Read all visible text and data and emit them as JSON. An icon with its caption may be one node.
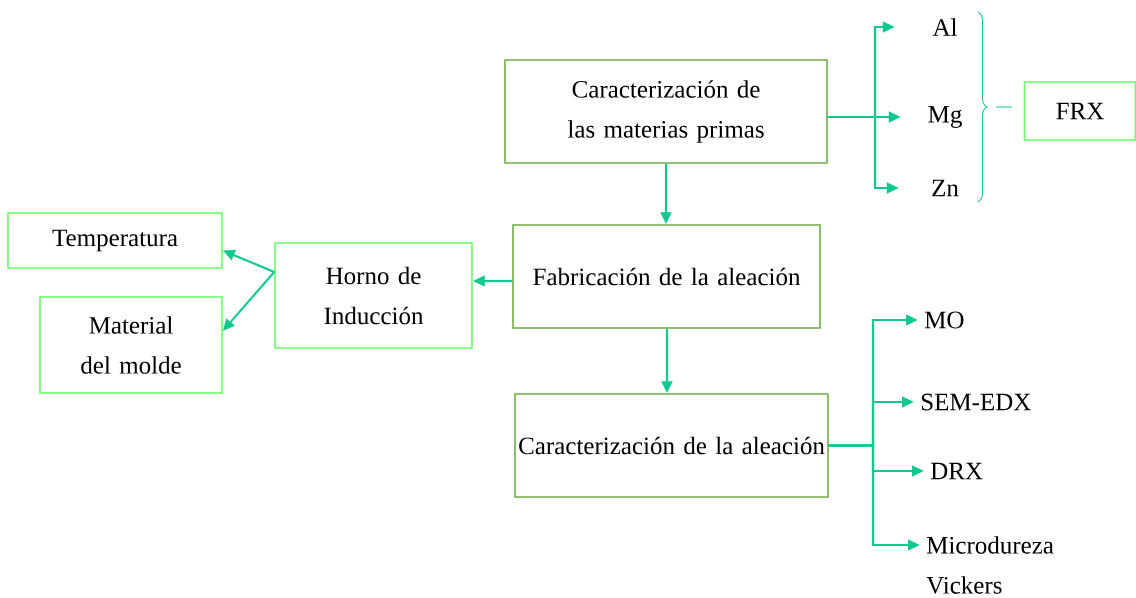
{
  "diagram": {
    "nodes": [
      {
        "text": [
          "Caracterización de las materias primas"
        ]
      },
      {
        "text": [
          "Al"
        ]
      },
      {
        "text": [
          "Mg"
        ]
      },
      {
        "text": [
          "Zn"
        ]
      },
      {
        "text": [
          "FRX"
        ]
      },
      {
        "text": [
          "Fabricación de la aleación"
        ]
      },
      {
        "text": [
          "Horno de Inducción"
        ]
      },
      {
        "text": [
          "Temperatura"
        ]
      },
      {
        "text": [
          "Material del molde"
        ]
      },
      {
        "text": [
          "Caracterización de la aleación"
        ]
      },
      {
        "text": [
          "MO"
        ]
      },
      {
        "text": [
          "SEM-EDX"
        ]
      },
      {
        "text": [
          "DRX"
        ]
      },
      {
        "text": [
          "Microdureza Vickers"
        ]
      }
    ],
    "edges": [
      {
        "from": 0,
        "to": 1,
        "arrow": "to"
      },
      {
        "from": 0,
        "to": 2,
        "arrow": "to"
      },
      {
        "from": 0,
        "to": 3,
        "arrow": "to"
      },
      {
        "from": 0,
        "to": 5,
        "arrow": "to"
      },
      {
        "from": 5,
        "to": 6,
        "arrow": "to"
      },
      {
        "from": 6,
        "to": 7,
        "arrow": "to"
      },
      {
        "from": 6,
        "to": 8,
        "arrow": "to"
      },
      {
        "from": 5,
        "to": 9,
        "arrow": "to"
      },
      {
        "from": 9,
        "to": 10,
        "arrow": "to"
      },
      {
        "from": 9,
        "to": 11,
        "arrow": "to"
      },
      {
        "from": 9,
        "to": 12,
        "arrow": "to"
      },
      {
        "from": 9,
        "to": 13,
        "arrow": "to"
      }
    ]
  }
}
